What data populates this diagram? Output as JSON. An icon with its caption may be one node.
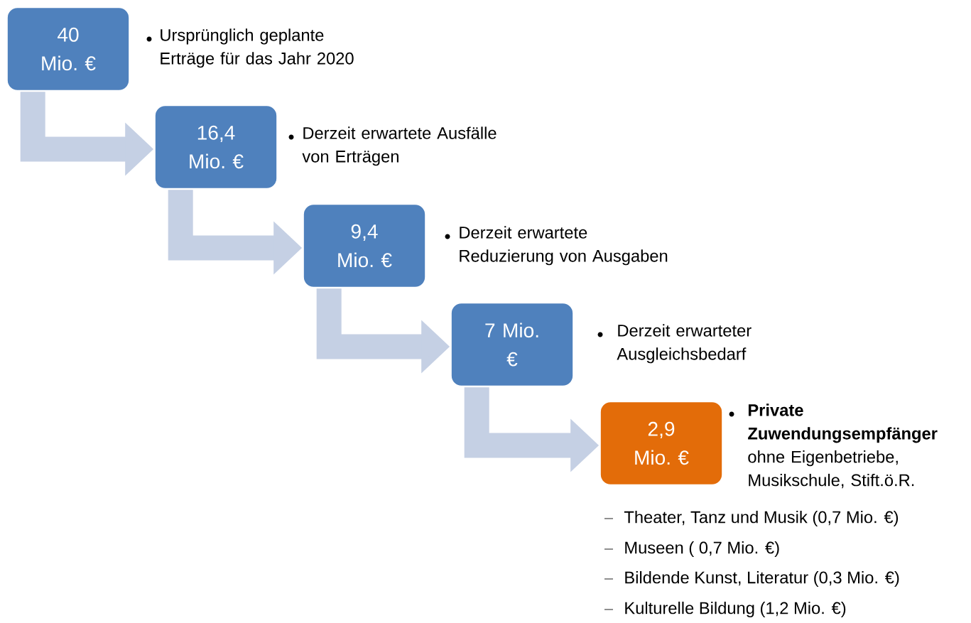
{
  "diagram": {
    "nodes": [
      {
        "text": [
          "40 Mio. €"
        ],
        "beside": [
          "Ursprünglich geplante Erträge für das Jahr 2020"
        ]
      },
      {
        "text": [
          "16,4 Mio. €"
        ],
        "beside": [
          "Derzeit erwartete Ausfälle von Erträgen"
        ]
      },
      {
        "text": [
          "9,4 Mio. €"
        ],
        "beside": [
          "Derzeit erwartete Reduzierung von Ausgaben"
        ]
      },
      {
        "text": [
          "7 Mio. €"
        ],
        "beside": [
          "Derzeit erwarteter Ausgleichsbedarf"
        ]
      },
      {
        "text": [
          "2,9 Mio. €"
        ],
        "beside": [
          "**Private Zuwendungsempfänger** ohne Eigenbetriebe, Musikschule, Stift.ö.R.",
          "Theater, Tanz und Musik (0,7 Mio. €)",
          "Museen ( 0,7 Mio. €)",
          "Bildende Kunst, Literatur (0,3 Mio. €)",
          "Kulturelle Bildung (1,2 Mio. €)"
        ]
      }
    ],
    "edges": [
      {
        "from": 0,
        "to": 1,
        "arrow": "to"
      },
      {
        "from": 1,
        "to": 2,
        "arrow": "to"
      },
      {
        "from": 2,
        "to": 3,
        "arrow": "to"
      },
      {
        "from": 3,
        "to": 4,
        "arrow": "to"
      }
    ]
  }
}
